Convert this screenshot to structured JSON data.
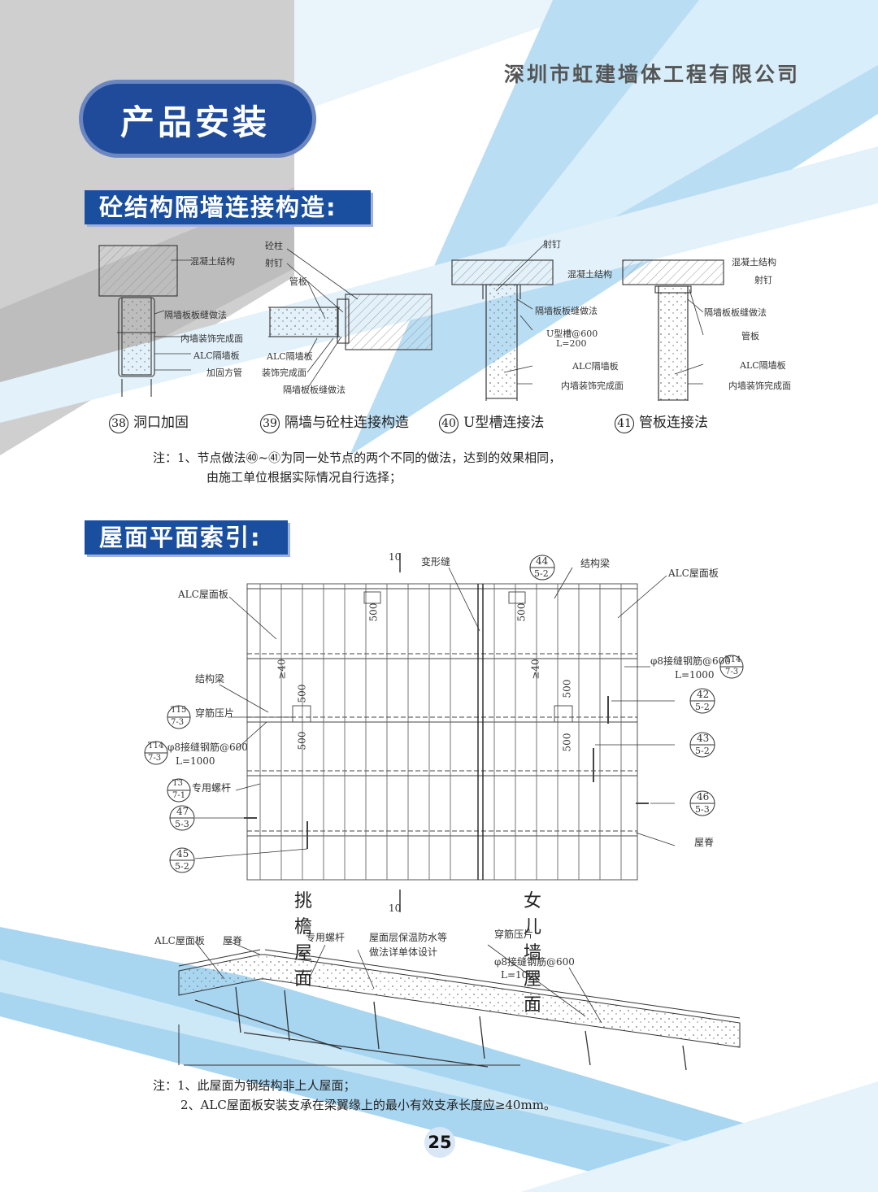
{
  "header": {
    "company": "深圳市虹建墙体工程有限公司",
    "section_title": "产品安装"
  },
  "section1": {
    "heading": "砼结构隔墙连接构造:",
    "fig38": {
      "labels": [
        "混凝土结构",
        "隔墙板板缝做法",
        "内墙装饰完成面",
        "ALC隔墙板",
        "加固方管"
      ],
      "index": "38",
      "caption": "洞口加固"
    },
    "fig39": {
      "labels": [
        "砼柱",
        "射钉",
        "管板",
        "ALC隔墙板",
        "装饰完成面",
        "隔墙板板缝做法"
      ],
      "index": "39",
      "caption": "隔墙与砼柱连接构造"
    },
    "fig40": {
      "labels": [
        "射钉",
        "混凝土结构",
        "隔墙板板缝做法",
        "U型槽@600",
        "L=200",
        "ALC隔墙板",
        "内墙装饰完成面"
      ],
      "index": "40",
      "caption": "U型槽连接法"
    },
    "fig41": {
      "labels": [
        "混凝土结构",
        "射钉",
        "隔墙板板缝做法",
        "管板",
        "ALC隔墙板",
        "内墙装饰完成面"
      ],
      "index": "41",
      "caption": "管板连接法"
    },
    "note_line1": "注：1、节点做法㊵~㊶为同一处节点的两个不同的做法，达到的效果相同，",
    "note_line2": "由施工单位根据实际情况自行选择；"
  },
  "section2": {
    "heading": "屋面平面索引:",
    "plan_labels": {
      "alc_roof_left": "ALC屋面板",
      "alc_roof_right": "ALC屋面板",
      "deform_joint": "变形缝",
      "beam_top": "结构梁",
      "beam_left": "结构梁",
      "press_plate": "穿筋压片",
      "rebar_left": "φ8接缝钢筋@600",
      "len_left": "L=1000",
      "bolt": "专用螺杆",
      "rebar_right": "φ8接缝钢筋@600",
      "len_right": "L=1000",
      "ridge": "屋脊",
      "axis10_top": "10",
      "axis10_bottom": "10",
      "dim500": "500",
      "dim40": "≥40"
    },
    "callouts": {
      "c44": [
        "44",
        "5-2"
      ],
      "c42": [
        "42",
        "5-2"
      ],
      "c43": [
        "43",
        "5-2"
      ],
      "c46": [
        "46",
        "5-3"
      ],
      "c47": [
        "47",
        "5-3"
      ],
      "c45": [
        "45",
        "5-2"
      ],
      "t15": [
        "T15",
        "7-3"
      ],
      "t14": [
        "T14",
        "7-3"
      ],
      "t3": [
        "T3",
        "7-1"
      ]
    },
    "caption_left": "挑檐屋面",
    "caption_right": "女儿墙屋面",
    "section_labels": {
      "alc_roof": "ALC屋面板",
      "ridge": "屋脊",
      "bolt": "专用螺杆",
      "insulation1": "屋面层保温防水等",
      "insulation2": "做法详单体设计",
      "press_plate": "穿筋压片",
      "rebar": "φ8接缝钢筋@600",
      "len": "L=1000"
    },
    "note_line1": "注：1、此屋面为钢结构非上人屋面；",
    "note_line2": "2、ALC屋面板安装支承在梁翼缘上的最小有效支承长度应≥40mm。"
  },
  "page_number": "25",
  "colors": {
    "brand_blue": "#1a4fa0",
    "light_blue": "#8ec5e8",
    "grey_panel": "#c9c9c9"
  }
}
